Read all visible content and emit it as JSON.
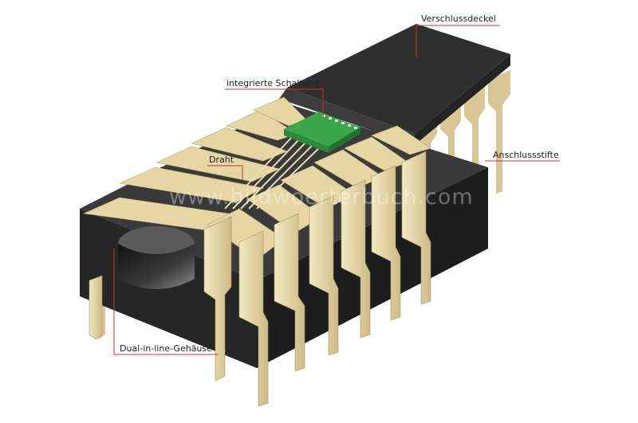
{
  "labels": {
    "cover": "Verschlussdeckel",
    "chip": "integrierte Schaltung",
    "wire": "Draht",
    "pins": "Anschlussstifte",
    "package": "Dual-in-line-Gehäuse"
  },
  "watermark": "www.bildwoerterbuch.com",
  "colors": {
    "leader": "#c0392b",
    "pin": "#e8d9a8",
    "body": "#2e2e2e",
    "chip": "#3aa84a"
  }
}
